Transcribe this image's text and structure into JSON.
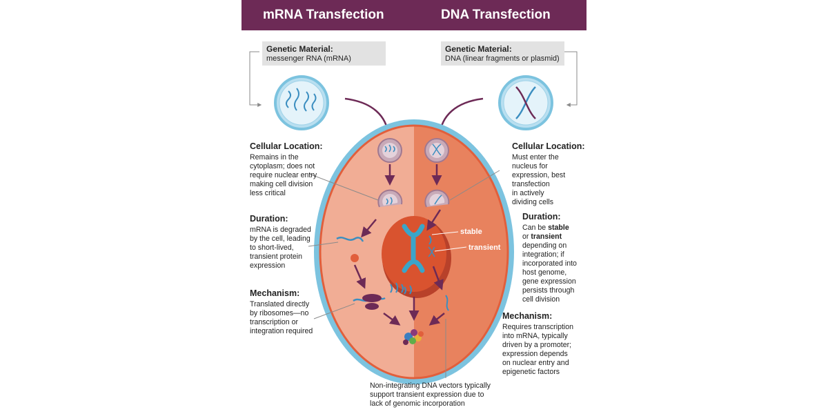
{
  "header": {
    "left_title": "mRNA Transfection",
    "right_title": "DNA Transfection",
    "bg_color": "#6d2a56"
  },
  "left": {
    "genetic": {
      "heading": "Genetic Material:",
      "text": "messenger RNA (mRNA)"
    },
    "location": {
      "heading": "Cellular Location:",
      "lines": [
        "Remains in the",
        "cytoplasm; does not",
        "require nuclear entry",
        "making cell division",
        "less critical"
      ]
    },
    "duration": {
      "heading": "Duration:",
      "lines": [
        "mRNA is degraded",
        "by the cell, leading",
        "to short-lived,",
        "transient protein",
        "expression"
      ]
    },
    "mechanism": {
      "heading": "Mechanism:",
      "lines": [
        "Translated directly",
        "by ribosomes—no",
        "transcription or",
        "integration required"
      ]
    }
  },
  "right": {
    "genetic": {
      "heading": "Genetic Material:",
      "text": "DNA (linear fragments or plasmid)"
    },
    "location": {
      "heading": "Cellular Location:",
      "lines": [
        "Must enter the",
        "nucleus for",
        "expression, best",
        "transfection",
        "in actively",
        "dividing cells"
      ]
    },
    "duration": {
      "heading": "Duration:",
      "line1_pre": "Can be ",
      "line1_bold": "stable",
      "line2_pre": "or ",
      "line2_bold": "transient",
      "lines": [
        "depending on",
        "integration; if",
        "incorporated into",
        "host genome,",
        "gene expression",
        "persists through",
        "cell division"
      ]
    },
    "mechanism": {
      "heading": "Mechanism:",
      "lines": [
        "Requires transcription",
        "into mRNA, typically",
        "driven by a promoter;",
        "expression depends",
        "on nuclear entry and",
        "epigenetic factors"
      ]
    }
  },
  "cell_labels": {
    "stable": "stable",
    "transient": "transient"
  },
  "footnote": {
    "lines": [
      "Non-integrating DNA vectors typically",
      "support transient expression due to",
      "lack of genomic incorporation"
    ]
  },
  "colors": {
    "membrane": "#7cc3df",
    "cell_left": "#f1ad95",
    "cell_right": "#e8825e",
    "cell_outline": "#e15f3c",
    "nucleus": "#d9532f",
    "arrow": "#6d2a56",
    "strand": "#3b8ec0",
    "box_bg": "#e2e2e2"
  }
}
